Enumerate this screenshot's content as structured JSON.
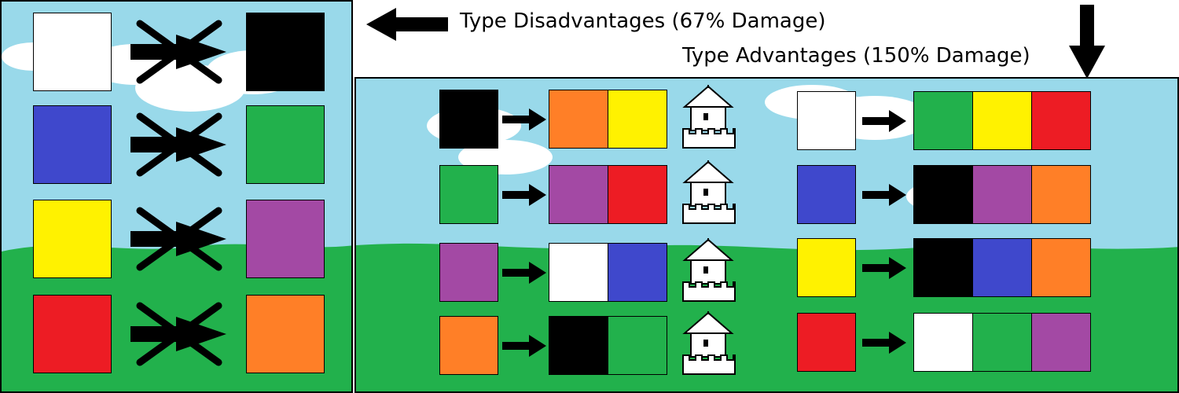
{
  "colors": {
    "white": "#ffffff",
    "black": "#000000",
    "blue": "#3f48cc",
    "green": "#22b14c",
    "yellow": "#fff200",
    "purple": "#a349a4",
    "red": "#ed1c24",
    "orange": "#ff7f27",
    "sky": "#99d9ea",
    "grass": "#22b14c"
  },
  "labels": {
    "disadvantages": "Type Disadvantages (67% Damage)",
    "advantages": "Type Advantages (150% Damage)"
  },
  "disadvantages": [
    {
      "attacker": "white",
      "target": "black"
    },
    {
      "attacker": "blue",
      "target": "green"
    },
    {
      "attacker": "yellow",
      "target": "purple"
    },
    {
      "attacker": "red",
      "target": "orange"
    }
  ],
  "advantages_left": [
    {
      "attacker": "black",
      "targets": [
        "orange",
        "yellow"
      ],
      "has_castle": true
    },
    {
      "attacker": "green",
      "targets": [
        "purple",
        "red"
      ],
      "has_castle": true
    },
    {
      "attacker": "purple",
      "targets": [
        "white",
        "blue"
      ],
      "has_castle": true
    },
    {
      "attacker": "orange",
      "targets": [
        "black",
        "green"
      ],
      "has_castle": true
    }
  ],
  "advantages_right": [
    {
      "attacker": "white",
      "targets": [
        "green",
        "yellow",
        "red"
      ]
    },
    {
      "attacker": "blue",
      "targets": [
        "black",
        "purple",
        "orange"
      ]
    },
    {
      "attacker": "yellow",
      "targets": [
        "black",
        "blue",
        "orange"
      ]
    },
    {
      "attacker": "red",
      "targets": [
        "white",
        "green",
        "purple"
      ]
    }
  ],
  "icons": {
    "castle": "castle-icon",
    "arrow": "arrow-right-icon",
    "cross": "cross-out-icon"
  }
}
